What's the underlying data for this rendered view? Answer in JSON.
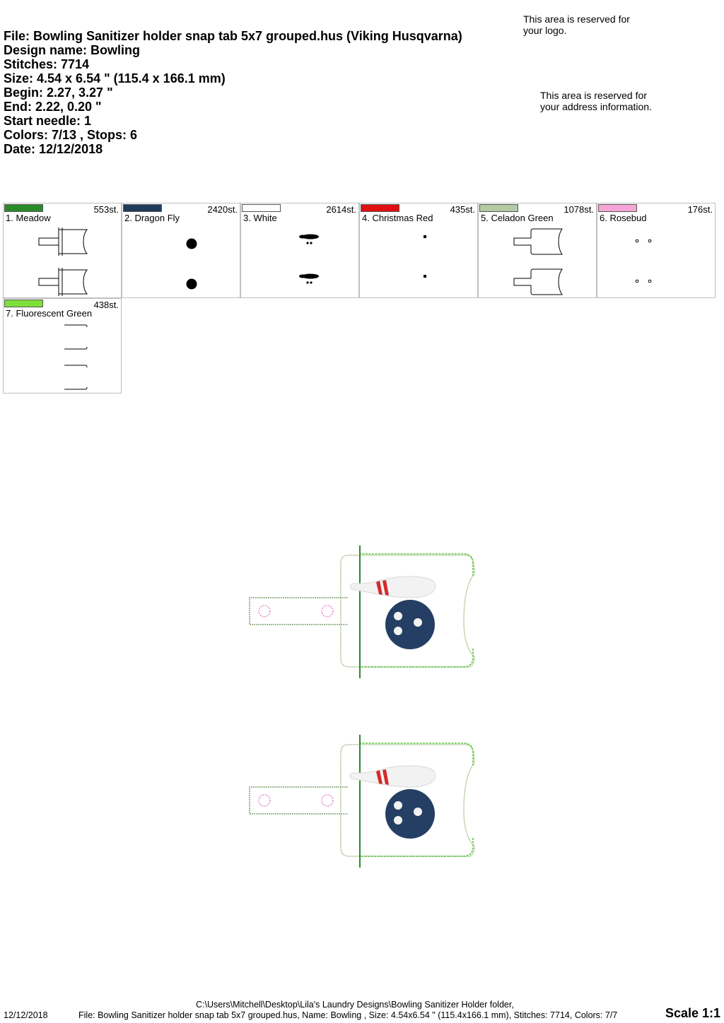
{
  "header": {
    "file": "File: Bowling Sanitizer holder snap tab 5x7 grouped.hus  (Viking Husqvarna)",
    "design_name": "Design name: Bowling",
    "stitches": "Stitches: 7714",
    "size": "Size: 4.54 x 6.54 \" (115.4 x 166.1 mm)",
    "begin": "Begin: 2.27, 3.27 \"",
    "end": "End: 2.22, 0.20 \"",
    "start_needle": "Start needle: 1",
    "colors": "Colors: 7/13 , Stops: 6",
    "date": "Date: 12/12/2018"
  },
  "reserved": {
    "logo": "This area is reserved for\nyour logo.",
    "address": "This area is reserved for\nyour address information."
  },
  "colors": [
    {
      "label": "1. Meadow",
      "stitches": "553st.",
      "hex": "#2a8a2a",
      "icon": "tab-outline"
    },
    {
      "label": "2. Dragon Fly",
      "stitches": "2420st.",
      "hex": "#1f3b5c",
      "icon": "ball"
    },
    {
      "label": "3. White",
      "stitches": "2614st.",
      "hex": "#ffffff",
      "icon": "pin"
    },
    {
      "label": "4. Christmas Red",
      "stitches": "435st.",
      "hex": "#e01010",
      "icon": "stripe"
    },
    {
      "label": "5. Celadon Green",
      "stitches": "1078st.",
      "hex": "#b5c9a5",
      "icon": "holder-outline"
    },
    {
      "label": "6. Rosebud",
      "stitches": "176st.",
      "hex": "#f6a6d6",
      "icon": "snap-dots"
    },
    {
      "label": "7. Fluorescent Green",
      "stitches": "438st.",
      "hex": "#7ee03a",
      "icon": "edge-brackets"
    }
  ],
  "footer": {
    "date": "12/12/2018",
    "path": "C:\\Users\\Mitchell\\Desktop\\Lila's Laundry Designs\\Bowling Sanitizer Holder folder,",
    "summary": "File: Bowling Sanitizer holder snap tab 5x7 grouped.hus, Name: Bowling , Size: 4.54x6.54 \" (115.4x166.1 mm), Stitches: 7714, Colors: 7/7",
    "scale": "Scale 1:1"
  }
}
